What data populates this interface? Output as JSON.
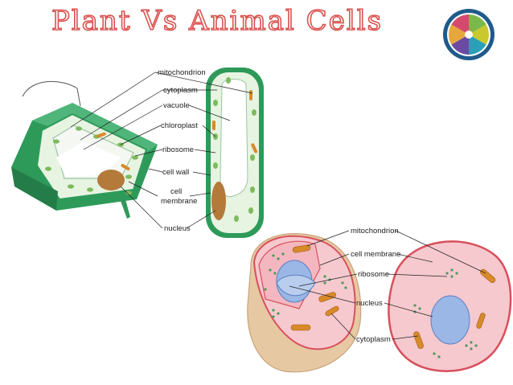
{
  "title": "Plant Vs Animal Cells",
  "plant_labels": {
    "mitochondrion": "mitochondrion",
    "cytoplasm": "cytoplasm",
    "vacuole": "vacuole",
    "chloroplast": "chloroplast",
    "ribosome": "ribosome",
    "cell_wall": "cell wall",
    "cell_membrane_1": "cell",
    "cell_membrane_2": "membrane",
    "nucleus": "nucleus"
  },
  "animal_labels": {
    "mitochondrion": "mitochondrion",
    "cell_membrane": "cell membrane",
    "ribosome": "ribosome",
    "nucleus": "nucleus",
    "cytoplasm": "cytoplasm"
  },
  "colors": {
    "title_outline": "#d9534f",
    "plant_wall": "#2e9a5a",
    "plant_cytoplasm": "#e7f4e1",
    "chloroplast": "#7dbb5e",
    "animal_cytoplasm": "#f6c9cf",
    "animal_membrane": "#d8505c",
    "nucleus_blue": "#9bb7e6",
    "mitochondrion": "#d88a2a"
  }
}
